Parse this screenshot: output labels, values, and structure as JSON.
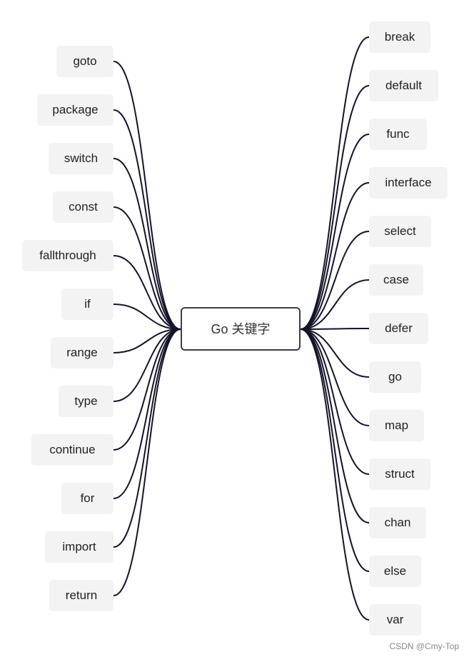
{
  "center": {
    "label": "Go 关键字"
  },
  "left": [
    "goto",
    "package",
    "switch",
    "const",
    "fallthrough",
    "if",
    "range",
    "type",
    "continue",
    "for",
    "import",
    "return"
  ],
  "right": [
    "break",
    "default",
    "func",
    "interface",
    "select",
    "case",
    "defer",
    "go",
    "map",
    "struct",
    "chan",
    "else",
    "var"
  ],
  "watermark": "CSDN @Cmy-Top",
  "colors": {
    "link": "#141428",
    "node_bg": "#f3f3f3",
    "center_border": "#3a3d4a"
  }
}
